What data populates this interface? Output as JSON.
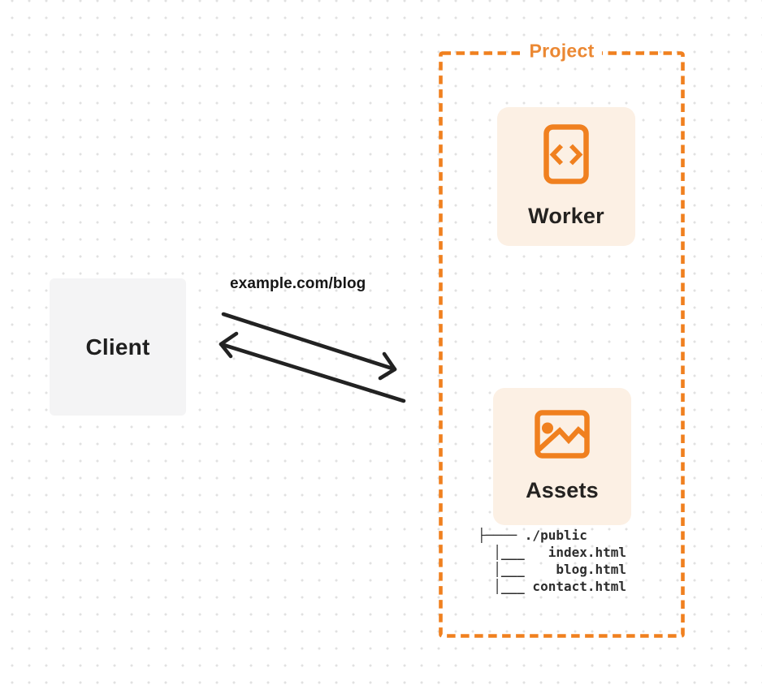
{
  "colors": {
    "orange": "#F0801F",
    "orangeText": "#EB8833",
    "cream": "#FCF0E4",
    "clientBg": "#F4F4F5",
    "dark": "#1F1F1F",
    "arrow": "#222222",
    "dot": "#E1E1E1",
    "treeText": "#2D2D2D"
  },
  "client": {
    "label": "Client"
  },
  "request": {
    "url_label": "example.com/blog"
  },
  "project": {
    "label": "Project",
    "worker": {
      "label": "Worker",
      "icon": "code-document-icon"
    },
    "assets": {
      "label": "Assets",
      "icon": "image-icon"
    },
    "file_tree": {
      "lines": [
        "├──── ./public",
        "  │___   index.html",
        "  │___    blog.html",
        "  │___ contact.html"
      ]
    }
  }
}
